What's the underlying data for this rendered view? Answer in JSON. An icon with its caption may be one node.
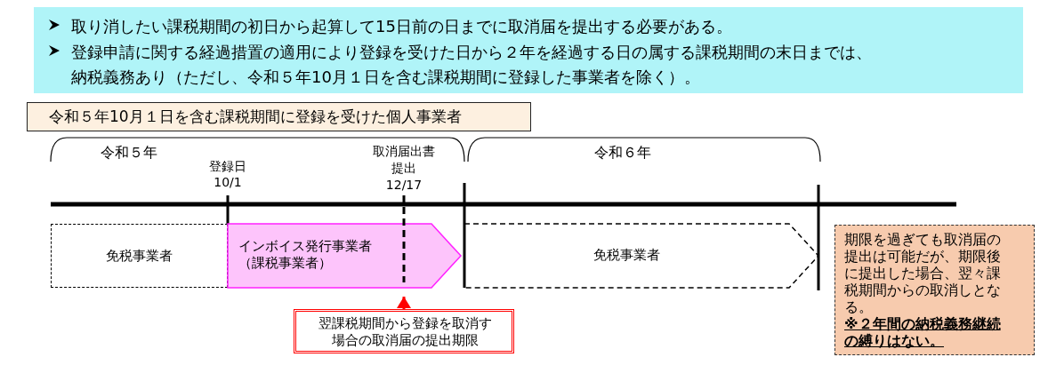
{
  "diagram": {
    "nodes": [
      {
        "text": [
          "取り消したい課税期間の初日から起算して15日前の日までに取消届を提出する必要がある。",
          "登録申請に関する経過措置の適用により登録を受けた日から２年を経過する日の属する課税期間の末日までは、納税義務あり（ただし、令和５年10月１日を含む課税期間に登録した事業者を除く）。"
        ]
      },
      {
        "text": [
          "令和５年10月１日を含む課税期間に登録を受けた個人事業者"
        ]
      },
      {
        "text": [
          "免税事業者"
        ]
      },
      {
        "text": [
          "インボイス発行事業者（課税事業者）"
        ]
      },
      {
        "text": [
          "免税事業者"
        ]
      },
      {
        "text": [
          "翌課税期間から登録を取消す場合の取消届の提出期限"
        ]
      },
      {
        "text": [
          "期限を過ぎても取消届の提出は可能だが、期限後に提出した場合、翌々課税期間からの取消しとなる。",
          "※２年間の納税義務継続の縛りはない。"
        ]
      }
    ],
    "edges": [
      {
        "from": 5,
        "to": 3,
        "arrow": "to"
      }
    ],
    "labels": [
      "令和５年",
      "令和６年",
      "登録日",
      "10/1",
      "取消届出書提出",
      "12/17"
    ]
  }
}
